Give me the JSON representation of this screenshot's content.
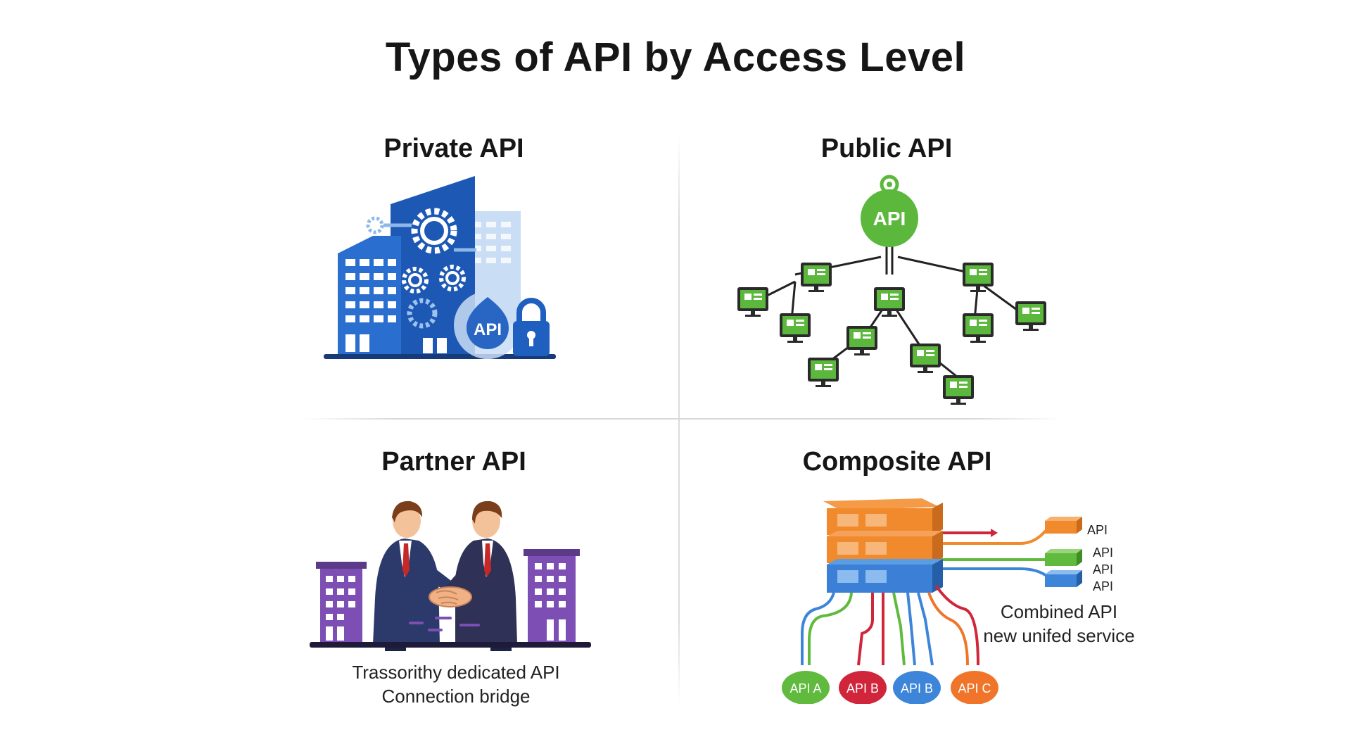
{
  "title": "Types of API by Access Level",
  "quadrants": {
    "private": {
      "title": "Private API",
      "badge": "API"
    },
    "public": {
      "title": "Public API",
      "badge": "API"
    },
    "partner": {
      "title": "Partner API",
      "caption_line1": "Trassorithy dedicated API",
      "caption_line2": "Connection bridge"
    },
    "composite": {
      "title": "Composite API",
      "outputs": [
        "API",
        "API",
        "API",
        "API"
      ],
      "caption_line1": "Combined API",
      "caption_line2": "new unifed service",
      "sources": [
        "API A",
        "API B",
        "API B",
        "API C"
      ]
    }
  },
  "colors": {
    "private_blue": "#1f5fbf",
    "public_green": "#5cb83c",
    "partner_purple": "#7d4fb5",
    "composite_orange": "#f08a2c",
    "composite_blue": "#3c7fd6",
    "source_green": "#5fba3d",
    "source_red": "#d0253a",
    "source_blue": "#3d85d8",
    "source_orange": "#f0752a"
  },
  "icons": [
    "building-icon",
    "gear-icon",
    "lock-icon",
    "monitor-icon",
    "businessman-icon",
    "handshake-icon",
    "server-stack-icon",
    "api-cube-icon"
  ]
}
